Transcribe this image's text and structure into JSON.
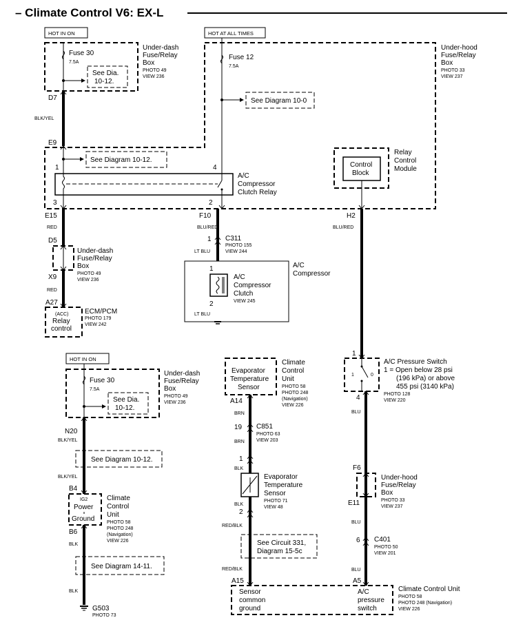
{
  "title": "– Climate Control V6: EX-L",
  "top": {
    "hot_in_on": "HOT IN ON",
    "hot_at_all_times": "HOT AT ALL TIMES",
    "fuse30": "Fuse 30",
    "fuse30_rating": "7.5A",
    "see_dia_a": "See Dia.",
    "see_dia_b": "10-12.",
    "underdash_l1": "Under-dash",
    "underdash_l2": "Fuse/Relay",
    "underdash_l3": "Box",
    "underdash_photo": "PHOTO 49",
    "underdash_view": "VIEW 236",
    "fuse12": "Fuse 12",
    "fuse12_rating": "7.5A",
    "underhood_l1": "Under-hood",
    "underhood_l2": "Fuse/Relay",
    "underhood_l3": "Box",
    "underhood_photo": "PHOTO 33",
    "underhood_view": "VIEW 237",
    "see_diagram_10_0": "See Diagram 10-0",
    "d7": "D7",
    "blk_yel": "BLK/YEL",
    "e9": "E9",
    "see_diagram_10_12": "See Diagram   10-12.",
    "pin1": "1",
    "pin4": "4",
    "pin3": "3",
    "pin2": "2",
    "relay_l1": "A/C",
    "relay_l2": "Compressor",
    "relay_l3": "Clutch Relay",
    "rcm_block_l1": "Control",
    "rcm_block_l2": "Block",
    "rcm_l1": "Relay",
    "rcm_l2": "Control",
    "rcm_l3": "Module",
    "e15": "E15",
    "f10": "F10",
    "h2": "H2",
    "red": "RED",
    "blu_red": "BLU/RED",
    "d5": "D5",
    "ud2_l1": "Under-dash",
    "ud2_l2": "Fuse/Relay",
    "ud2_l3": "Box",
    "ud2_photo": "PHOTO 49",
    "ud2_view": "VIEW 236",
    "x9": "X9",
    "red2": "RED",
    "a27": "A27",
    "ecm_acc": "(ACC)",
    "ecm_relay": "Relay",
    "ecm_control": "control",
    "ecm_l1": "ECM/PCM",
    "ecm_photo": "PHOTO 179",
    "ecm_view": "VIEW 242",
    "c311_pin": "1",
    "c311": "C311",
    "c311_photo": "PHOTO 155",
    "c311_view": "VIEW 244",
    "lt_blu": "LT BLU",
    "acc_title_l1": "A/C",
    "acc_title_l2": "Compressor",
    "clutch_pin1": "1",
    "clutch_pin2": "2",
    "clutch_l1": "A/C",
    "clutch_l2": "Compressor",
    "clutch_l3": "Clutch",
    "clutch_view": "VIEW 245",
    "lt_blu2": "LT BLU"
  },
  "bottom_left": {
    "hot_in_on": "HOT IN ON",
    "fuse30": "Fuse 30",
    "fuse30_rating": "7.5A",
    "see_dia_a": "See Dia.",
    "see_dia_b": "10-12.",
    "underdash_l1": "Under-dash",
    "underdash_l2": "Fuse/Relay",
    "underdash_l3": "Box",
    "underdash_photo": "PHOTO 49",
    "underdash_view": "VIEW 236",
    "n20": "N20",
    "blk_yel": "BLK/YEL",
    "see_10_12": "See Diagram 10-12.",
    "blk_yel2": "BLK/YEL",
    "b4": "B4",
    "ig2": "IG2",
    "power": "Power",
    "ground": "Ground",
    "ccu_l1": "Climate",
    "ccu_l2": "Control",
    "ccu_l3": "Unit",
    "ccu_photo1": "PHOTO 58",
    "ccu_photo2": "PHOTO 248",
    "ccu_nav": "(Navigation)",
    "ccu_view": "VIEW 226",
    "b6": "B6",
    "blk": "BLK",
    "see_14_11": "See Diagram 14-11.",
    "blk2": "BLK",
    "g503": "G503",
    "g503_photo": "PHOTO 73"
  },
  "bottom_middle": {
    "evap_box_l1": "Evaporator",
    "evap_box_l2": "Temperature",
    "evap_box_l3": "Sensor",
    "ccu_l1": "Climate",
    "ccu_l2": "Control",
    "ccu_l3": "Unit",
    "ccu_photo1": "PHOTO 58",
    "ccu_photo2": "PHOTO 248",
    "ccu_nav": "(Navigation)",
    "ccu_view": "VIEW 226",
    "a14": "A14",
    "brn": "BRN",
    "c851_pin": "19",
    "c851": "C851",
    "c851_photo": "PHOTO 63",
    "c851_view": "VIEW 203",
    "brn2": "BRN",
    "pin1": "1",
    "blk": "BLK",
    "ets_l1": "Evaporator",
    "ets_l2": "Temperature",
    "ets_l3": "Sensor",
    "ets_photo": "PHOTO 71",
    "ets_view": "VIEW 48",
    "blk2": "BLK",
    "pin2": "2",
    "red_blk": "RED/BLK",
    "see_331_a": "See Circuit 331,",
    "see_331_b": "Diagram  15-5c",
    "red_blk2": "RED/BLK",
    "a15": "A15"
  },
  "bottom_right": {
    "pin1": "1",
    "aps_l1": "A/C Pressure Switch",
    "aps_l2": "1 = Open below 28 psi",
    "aps_l3": "(196 kPa) or above",
    "aps_l4": "455 psi (3140 kPa)",
    "aps_photo": "PHOTO 128",
    "aps_view": "VIEW 220",
    "sw1": "1",
    "sw0": "0",
    "pin4": "4",
    "blu": "BLU",
    "f6": "F6",
    "uh_l1": "Under-hood",
    "uh_l2": "Fuse/Relay",
    "uh_l3": "Box",
    "uh_photo": "PHOTO 33",
    "uh_view": "VIEW 237",
    "e11": "E11",
    "blu2": "BLU",
    "c401_pin": "6",
    "c401": "C401",
    "c401_photo": "PHOTO 50",
    "c401_view": "VIEW 201",
    "blu3": "BLU",
    "a5": "A5",
    "sensor_l1": "Sensor",
    "sensor_l2": "common",
    "sensor_l3": "ground",
    "acp_l1": "A/C",
    "acp_l2": "pressure",
    "acp_l3": "switch",
    "ccu_l1": "Climate Control Unit",
    "ccu_photo1": "PHOTO 58",
    "ccu_photo2": "PHOTO 248 (Navigation)",
    "ccu_view": "VIEW 226"
  }
}
